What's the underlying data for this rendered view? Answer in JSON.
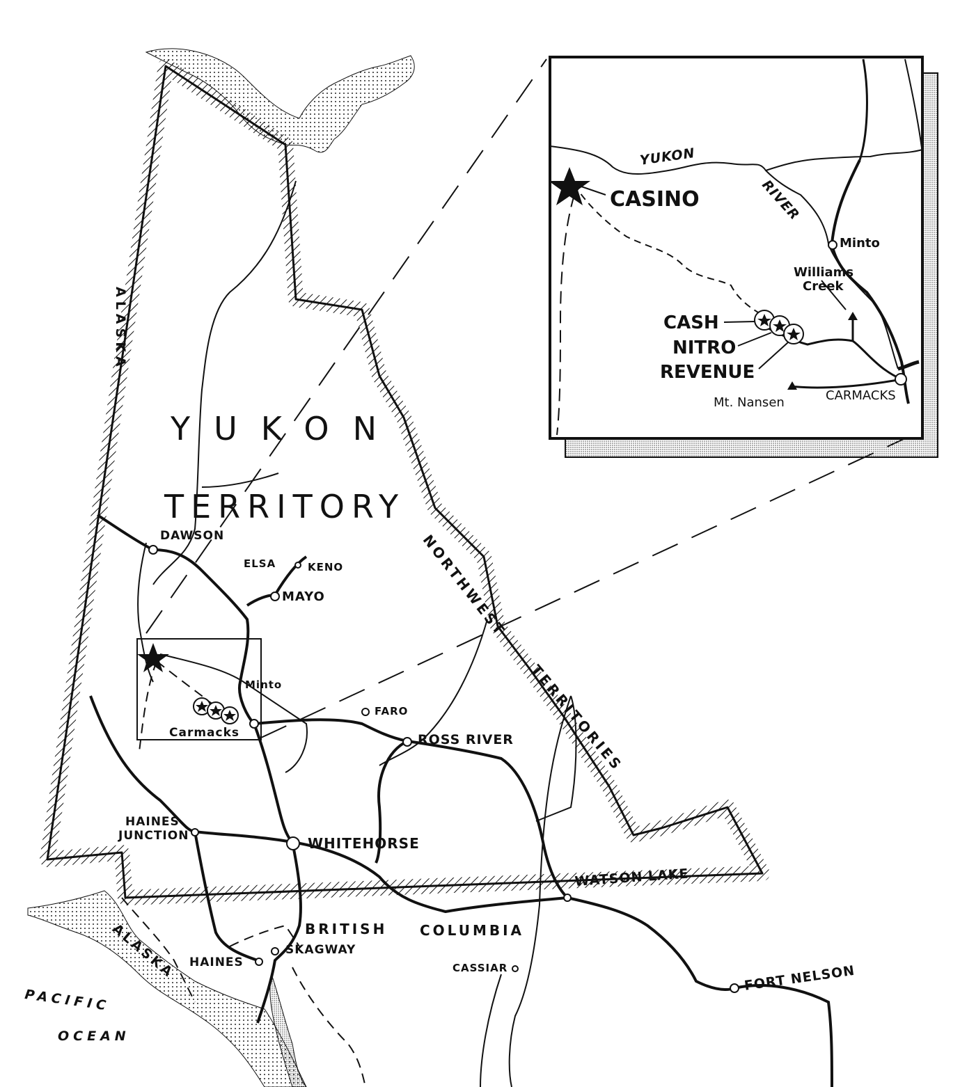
{
  "regions": {
    "yukon_line1": "YUKON",
    "yukon_line2": "TERRITORY",
    "nwt_line1": "NORTHWEST",
    "nwt_line2": "TERRITORIES",
    "alaska_north": "ALASKA",
    "alaska_south": "ALASKA",
    "british_columbia_1": "BRITISH",
    "british_columbia_2": "COLUMBIA",
    "pacific_1": "PACIFIC",
    "pacific_2": "OCEAN"
  },
  "places": {
    "dawson": "DAWSON",
    "elsa": "ELSA",
    "keno": "KENO",
    "mayo": "MAYO",
    "minto": "Minto",
    "carmacks": "Carmacks",
    "faro": "FARO",
    "ross_river": "ROSS RIVER",
    "haines_junction_1": "HAINES",
    "haines_junction_2": "JUNCTION",
    "whitehorse": "WHITEHORSE",
    "watson_lake": "WATSON LAKE",
    "skagway": "SKAGWAY",
    "haines": "HAINES",
    "cassiar": "CASSIAR",
    "fort_nelson": "FORT NELSON"
  },
  "inset": {
    "yukon": "YUKON",
    "river": "RIVER",
    "casino": "CASINO",
    "minto": "Minto",
    "williams_1": "Williams",
    "williams_2": "Creek",
    "cash": "CASH",
    "nitro": "NITRO",
    "revenue": "REVENUE",
    "mt_nansen": "Mt. Nansen",
    "carmacks": "CARMACKS"
  },
  "colors": {
    "ink": "#111111",
    "paper": "#ffffff",
    "shade": "#bdbdbd"
  }
}
